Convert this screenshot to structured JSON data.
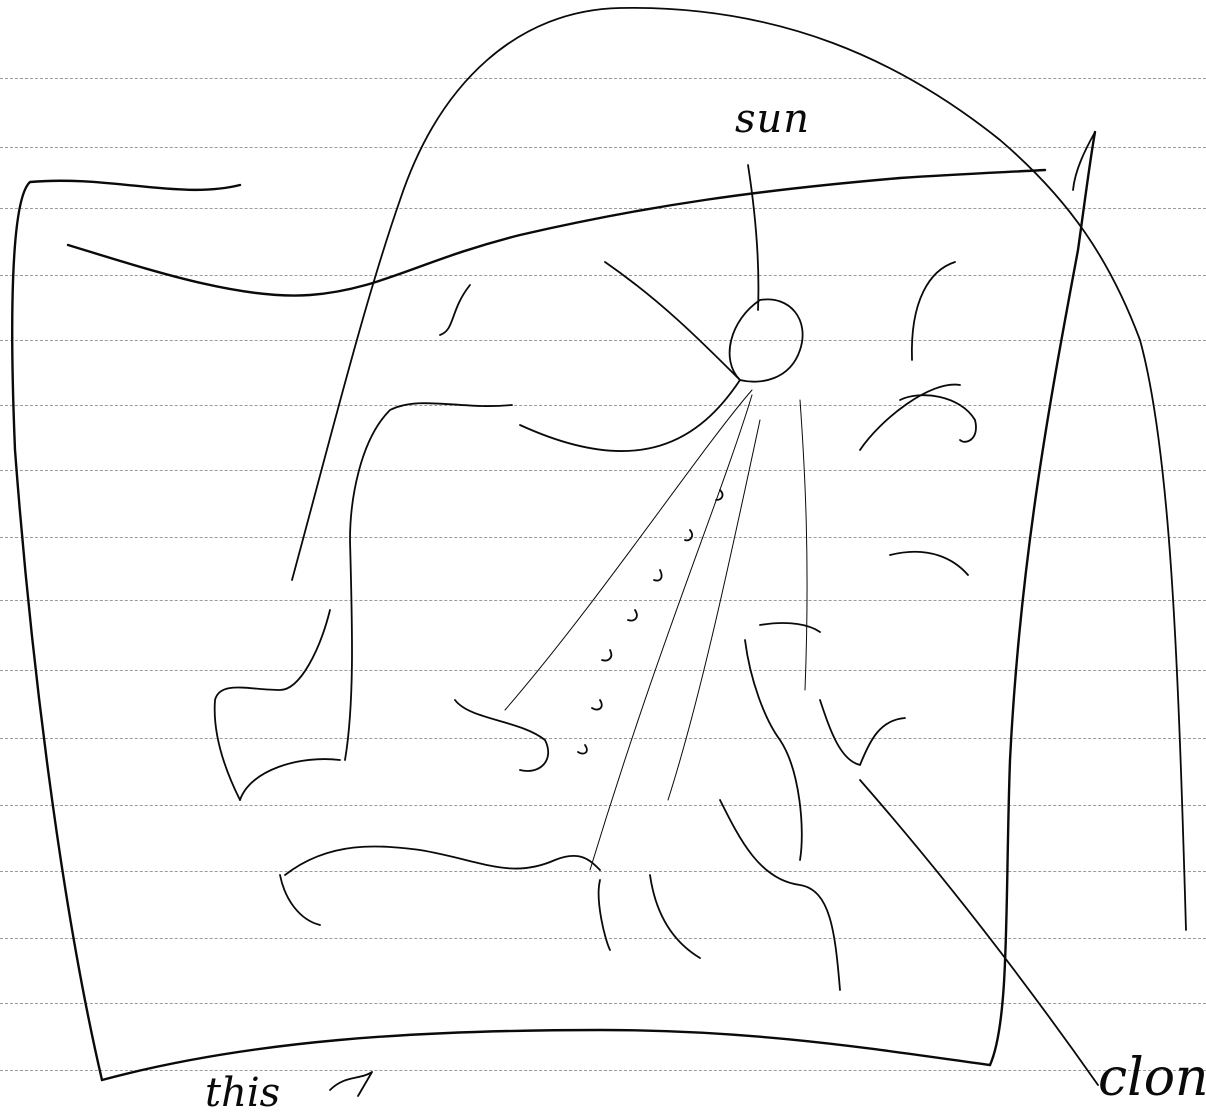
{
  "labels": {
    "sun": "sun",
    "clone": "clone",
    "this": "this"
  },
  "colors": {
    "paper": "#ffffff",
    "ink": "#0a0a0a",
    "rule_line": "#7a7a7a"
  }
}
